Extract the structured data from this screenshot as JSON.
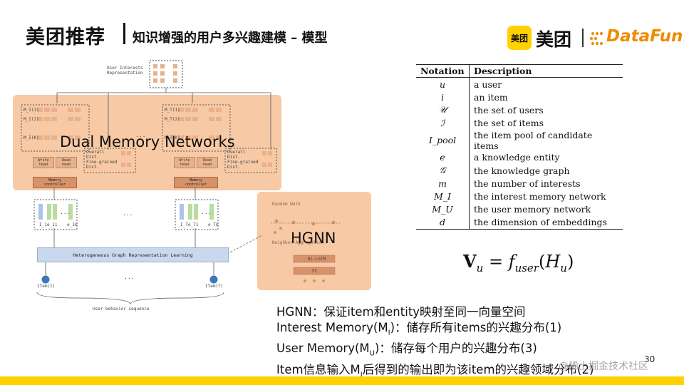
{
  "header": {
    "title": "美团推荐",
    "subtitle": "知识增强的用户多兴趣建模 – 模型"
  },
  "logos": {
    "meituan_badge": "美团",
    "meituan_text": "美团",
    "datafun_text": "DataFun."
  },
  "diagram": {
    "dual_memory_label": "Dual Memory Networks",
    "hgnn_label": "HGNN",
    "user_interests_repr": "User Interests\nRepresentation",
    "hg_representation_learning": "Heterogeneous Graph Representation Learning",
    "item_first": "Item(1)",
    "item_last": "Item(T)",
    "ellipsis": "...",
    "user_behavior_sequence": "User behavior sequence",
    "random_walk": "Random Walk",
    "neighbor_aggregation": "Neighbor Aggregation",
    "bi_lstm": "Bi-LSTM",
    "fc": "FC",
    "memory_controller": "Memory\ncontroller",
    "write_head": "Write\nhead",
    "read_head": "Read\nhead",
    "overall_fine_grained": "Overall\nDist.\nFine-grained\nDist.",
    "mem_rows": [
      "M_I(1)",
      "M_I(2)",
      "M_I(K)"
    ],
    "mem_rows_t": [
      "M_T(1)",
      "M_T(2)",
      "M_T(K)"
    ],
    "seq_labels_1": [
      "I_1",
      "e_11",
      "e_1k"
    ],
    "seq_labels_t": [
      "I_T",
      "e_T1",
      "e_Tk"
    ]
  },
  "notation_table": {
    "headers": [
      "Notation",
      "Description"
    ],
    "rows": [
      [
        "u",
        "a user"
      ],
      [
        "i",
        "an item"
      ],
      [
        "𝒰",
        "the set of users"
      ],
      [
        "ℐ",
        "the set of items"
      ],
      [
        "I_pool",
        "the item pool of candidate items"
      ],
      [
        "e",
        "a knowledge entity"
      ],
      [
        "𝒢",
        "the knowledge graph"
      ],
      [
        "m",
        "the number of interests"
      ],
      [
        "M_I",
        "the interest memory network"
      ],
      [
        "M_U",
        "the user memory network"
      ],
      [
        "d",
        "the dimension of embeddings"
      ]
    ]
  },
  "formula": {
    "lhs": "V",
    "lhs_sub": "u",
    "eq": "=",
    "fn": "f",
    "fn_sub": "user",
    "arg": "H",
    "arg_sub": "u"
  },
  "notes": [
    {
      "pre": "HGNN：保证item和entity映射至同一向量空间",
      "sub": "",
      "post": ""
    },
    {
      "pre": "Interest Memory(M",
      "sub": "I",
      "post": ")：储存所有items的兴趣分布(1)"
    },
    {
      "pre": "User Memory(M",
      "sub": "U",
      "post": ")：储存每个用户的兴趣分布(3)"
    },
    {
      "pre": "Item信息输入M",
      "sub": "I",
      "post": "后得到的输出即为该item的兴趣领域分布(2)"
    }
  ],
  "page_number": "30",
  "watermark": "@稀土掘金技术社区",
  "colors": {
    "accent_yellow": "#ffd100",
    "panel_orange": "#f7c9a4",
    "datafun_orange": "#f08a00"
  }
}
